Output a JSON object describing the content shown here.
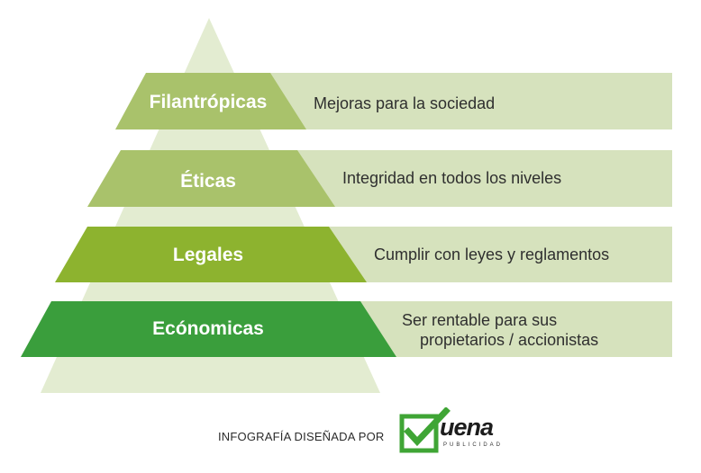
{
  "pyramid": {
    "levels": [
      {
        "label": "Filantrópicas",
        "description": "Mejoras para la sociedad",
        "color": "#a9c26b"
      },
      {
        "label": "Éticas",
        "description": "Integridad en todos los niveles",
        "color": "#a9c26b"
      },
      {
        "label": "Legales",
        "description": "Cumplir con leyes y reglamentos",
        "color": "#8db32f"
      },
      {
        "label": "Ecónomicas",
        "description": "Ser rentable para sus\n    propietarios / accionistas",
        "color": "#3a9e3c"
      }
    ],
    "background_color": "#e3ecd1",
    "band_color": "#d6e2bd"
  },
  "footer": {
    "credit": "INFOGRAFÍA DISEÑADA POR",
    "logo_word": "uena",
    "logo_sub": "PUBLICIDAD",
    "logo_color": "#3fa535"
  }
}
